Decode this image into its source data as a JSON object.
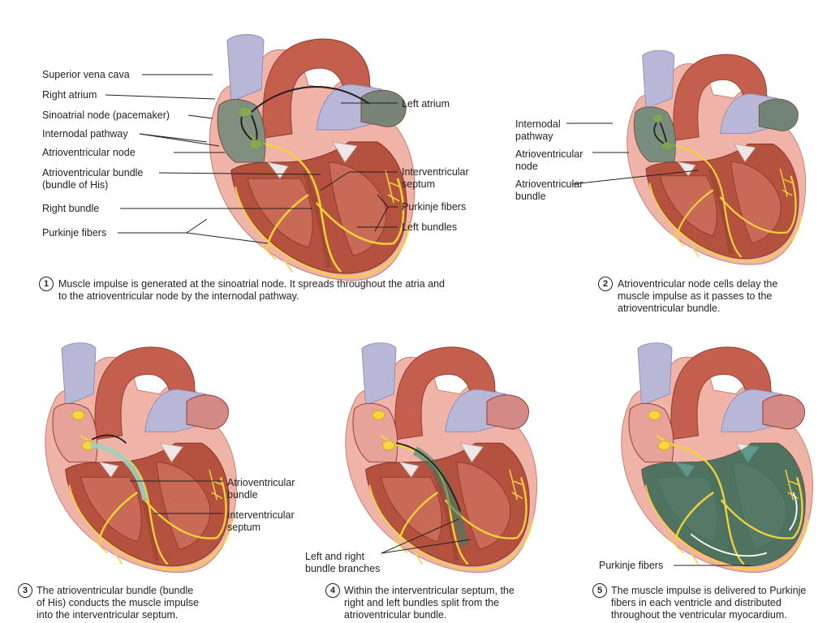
{
  "colors": {
    "myocardium": "#b5523f",
    "myocardium_dark": "#8e3a2c",
    "pericardium": "#f0b3a8",
    "aorta": "#c55f4d",
    "vein": "#b9b7d8",
    "valve": "#efe6e6",
    "conduction": "#f3d33a",
    "node": "#f7d63f",
    "impulse": "#2e7f6c",
    "impulse_light": "#9fcfc1"
  },
  "panel1": {
    "labels": {
      "superior_vena_cava": "Superior vena cava",
      "right_atrium": "Right atrium",
      "sinoatrial_node": "Sinoatrial node (pacemaker)",
      "internodal_pathway": "Internodal pathway",
      "atrioventricular_node": "Atrioventricular node",
      "av_bundle_line1": "Atrioventricular bundle",
      "av_bundle_line2": "(bundle of His)",
      "right_bundle": "Right bundle",
      "purkinje_fibers_left": "Purkinje fibers",
      "left_atrium": "Left atrium",
      "interventricular_line1": "Interventricular",
      "interventricular_line2": "septum",
      "purkinje_fibers_right": "Purkinje fibers",
      "left_bundles": "Left bundles"
    },
    "step": "1",
    "caption_line1": "Muscle impulse is generated at the sinoatrial node. It spreads throughout the atria and",
    "caption_line2": "to the atrioventricular node by the internodal pathway."
  },
  "panel2": {
    "labels": {
      "internodal_line1": "Internodal",
      "internodal_line2": "pathway",
      "av_node_line1": "Atrioventricular",
      "av_node_line2": "node",
      "av_bundle_line1": "Atrioventricular",
      "av_bundle_line2": "bundle"
    },
    "step": "2",
    "caption_line1": "Atrioventricular node cells delay the",
    "caption_line2": "muscle impulse as it passes to the",
    "caption_line3": "atrioventricular bundle."
  },
  "panel3": {
    "labels": {
      "av_bundle_line1": "Atrioventricular",
      "av_bundle_line2": "bundle",
      "interventricular_line1": "Interventricular",
      "interventricular_line2": "septum"
    },
    "step": "3",
    "caption_line1": "The atrioventricular bundle (bundle",
    "caption_line2": "of His) conducts the muscle impulse",
    "caption_line3": "into the interventricular septum."
  },
  "panel4": {
    "labels": {
      "branches_line1": "Left and right",
      "branches_line2": "bundle branches"
    },
    "step": "4",
    "caption_line1": "Within the interventricular septum, the",
    "caption_line2": "right and left bundles split from the",
    "caption_line3": "atrioventricular bundle."
  },
  "panel5": {
    "labels": {
      "purkinje": "Purkinje fibers"
    },
    "step": "5",
    "caption_line1": "The muscle impulse is delivered to Purkinje",
    "caption_line2": "fibers in each ventricle and distributed",
    "caption_line3": "throughout the ventricular myocardium."
  }
}
